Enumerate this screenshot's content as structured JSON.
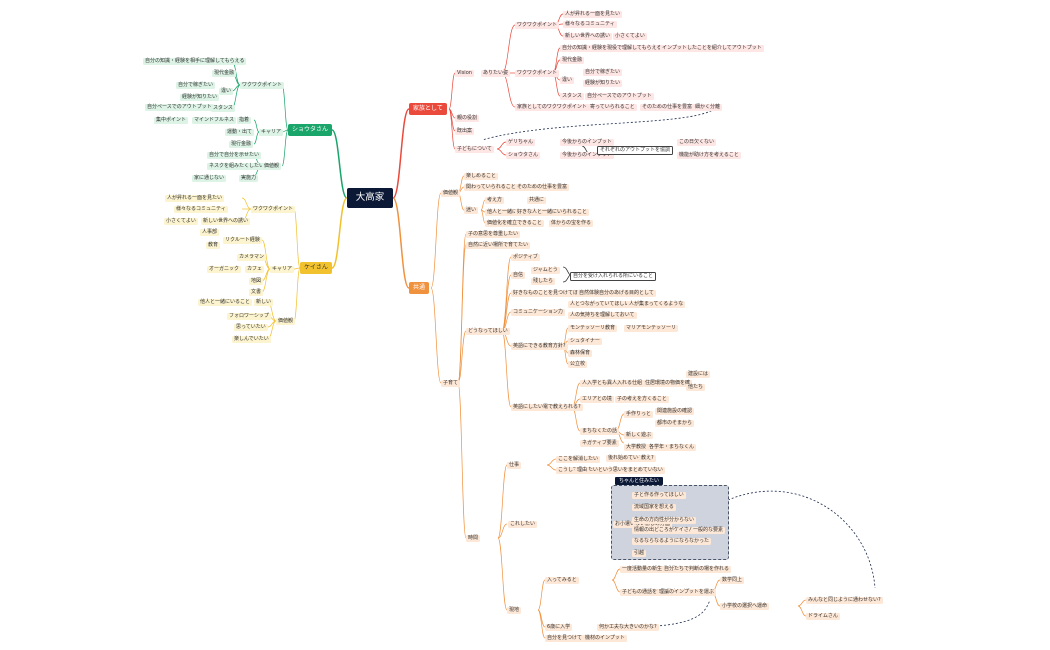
{
  "colors": {
    "center": "#0b1836",
    "red": "#ea4a3c",
    "green": "#1aa56a",
    "yellow": "#f2c12e",
    "orange": "#f0913e"
  },
  "root": "大高家",
  "branches": {
    "family": "家族として",
    "shota": "ショウタさん",
    "kei": "ケイさん",
    "common": "共通"
  },
  "nodes": [
    "人が昇れる一面を見たい",
    "様々なるコミュニティ",
    "新しい世界への誘い",
    "小さくてよい",
    "ワクワクポイント",
    "ありたい姿",
    "Vision",
    "自分の知識・経験を現役で理解してもらえる",
    "インプットしたことを紹介してアウトプット",
    "現代金融",
    "ワクワクポイント",
    "自分で稼ぎたい",
    "違い",
    "経験が知りたい",
    "スタンス",
    "自分ペースでのアウトプット",
    "家族としてのワクワクポイント",
    "寄っていられること",
    "そのための仕事を豊富",
    "細かく分離",
    "親の役割",
    "既出案",
    "子どもについて",
    "ゲリちゃん",
    "今後からのインプット",
    "ショウタさん",
    "今後からのインプット",
    "それぞれのアウトプットを協調",
    "この日欠くない",
    "機能が助け方を考えること",
    "自分の知識・経験を相手に理解してもらえる",
    "現代金融",
    "ワクワクポイント",
    "自分で稼ぎたい",
    "違い",
    "経験が知りたい",
    "自分ペースでのアウトプット",
    "スタンス",
    "集中ポイント",
    "マインドフルネス",
    "指着",
    "運動・出て",
    "キャリア",
    "現行金融",
    "自分で自分を示せたい",
    "ネスクを組みたくしたい",
    "価値観",
    "家に通じない",
    "実施力",
    "人が昇れる一面を見たい",
    "様々なるコミュニティ",
    "新しい世界への誘い",
    "小さくてよい",
    "ワクワクポイント",
    "人事部",
    "リクルート経験",
    "教育",
    "カメラマン",
    "オーガニック",
    "カフェ",
    "地図",
    "文書",
    "キャリア",
    "他人と一緒にいること",
    "新しい",
    "フォロワーシップ",
    "思っていたい",
    "楽しんでいたい",
    "価値観",
    "価値観",
    "楽しめること",
    "関わっていられること",
    "そのための仕事を豊富",
    "考え方",
    "共通に",
    "迷い",
    "他人と一緒にいること",
    "好きな人と一緒にいられること",
    "価値化を確立できること",
    "体からの宝を作る",
    "子の意思を尊重したい",
    "自然に近い場所で育てたい",
    "子育て",
    "どうなってほしい",
    "ポジティブ",
    "自信",
    "ジャムとう",
    "残したら",
    "自分を受け入れられる所にいること",
    "好きなものことを見つけてほしい",
    "自然体験自分のあげる目的として",
    "コミュニケーション力",
    "人とつながっていてほしい",
    "人が集まってくるような",
    "人の気持ちを理解しておいて",
    "英語にできる教育方針?",
    "モンテッソーリ教育",
    "マリアモンテッソーリ",
    "シュタイナー",
    "森林保育",
    "公立校",
    "英語にしたい電で教えられる?",
    "人入学とも異人入れる仕組",
    "住居環境の物価を確",
    "建設には",
    "他たち",
    "エリアとの境",
    "子の考えを方くること",
    "まちなくたの話",
    "手作りっと",
    "関連施設の確認",
    "都市のそまから",
    "新しく遊ぶ",
    "大学教授",
    "各学年・まちなくん",
    "ネガティブ要素",
    "後れ始めている",
    "教え?",
    "時間",
    "仕事",
    "ここを解消したい",
    "こうしていきたいという思いをまとめていない",
    "理由",
    "ちゃんと住みたい",
    "これしたい",
    "お小遣いない感じの方面",
    "子と作る作ってほしい",
    "流域国家を想える",
    "生命の方向性が分からない",
    "情報の出どころがケイさんへ",
    "一般的な要素",
    "なるならなるようにならなかった",
    "引越",
    "現地",
    "入ってみると",
    "一度活動量の新生成変化を",
    "自分たちで判断の場を作れる",
    "子どもの通話を工し代表で考えてみる",
    "理論のインプットを運ぶ",
    "数学同上",
    "小学校の選択へ運命",
    "みんなと同じように通わせない?",
    "ドライムさん",
    "6歳に入学",
    "何か工夫な大きいのかな?",
    "自分を見つけて",
    "機材のインプット"
  ]
}
